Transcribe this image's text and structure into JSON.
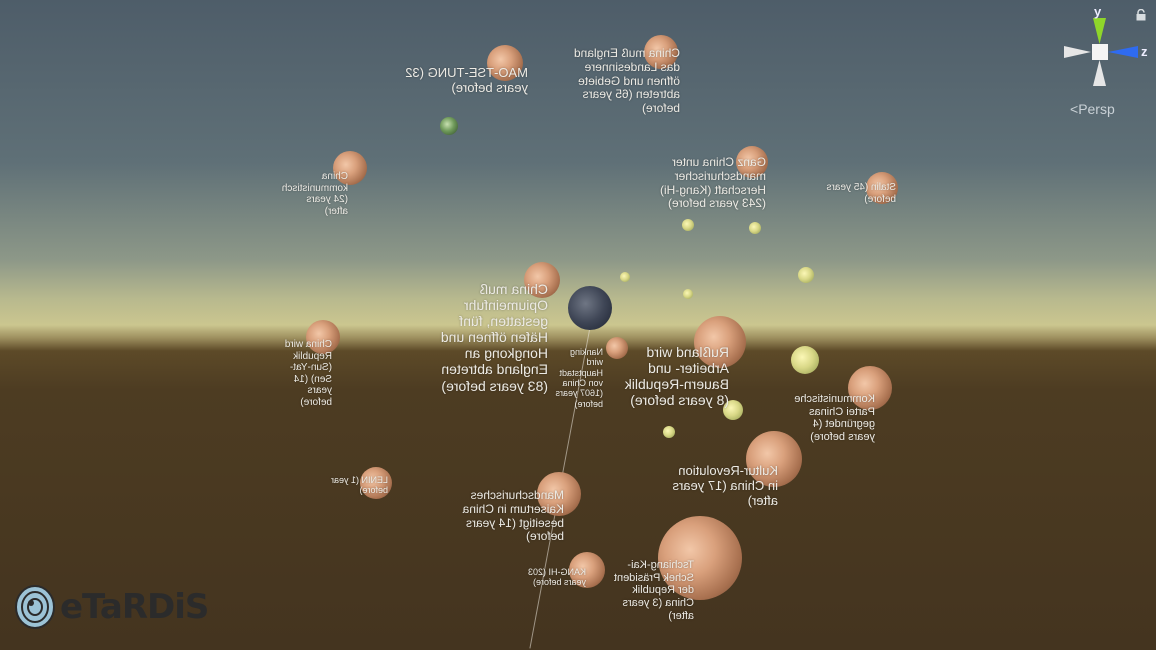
{
  "scene_view": {
    "projection_label": "Persp",
    "gizmo_axes": {
      "y": "y",
      "z": "z"
    },
    "colors": {
      "y_axis": "#8fd62a",
      "z_axis": "#2f6bf0",
      "sky": "#5f7077",
      "ground": "#44341f"
    }
  },
  "labels": [
    "MAO-TSE-TUNG (32 years before)",
    "China muß England das Landesinnere öffnen und Gebiete abtreten (65 years before)",
    "China kommunistisch (24 years after)",
    "Ganz China unter mandschurischer Herschaft (Kang-Hi) (243 years before)",
    "Stalin (45 years before)",
    "China muß Opiumeinfuhr gestatten, fünf Häfen öffnen und Hongkong an England abtreten (83 years before)",
    "China wird Republik (Sun-Yat-Sen) (14 years before)",
    "Nanking wird Hauptstadt von China (1607 years before)",
    "Rußland wird Arbeiter- und Bauern-Republik (8 years before)",
    "Kommunistische Partei Chinas gegründet (4 years before)",
    "Kultur-Revolution in China (17 years after)",
    "LENIN (1 year before)",
    "Mandschurisches Kaisertum in China beseitigt (14 years before)",
    "KANG-HI (203 years before)",
    "Tschiang-Kai-Schek Präsident der Republik China (3 years after)"
  ],
  "logo": {
    "text": "eTaRDiS"
  }
}
